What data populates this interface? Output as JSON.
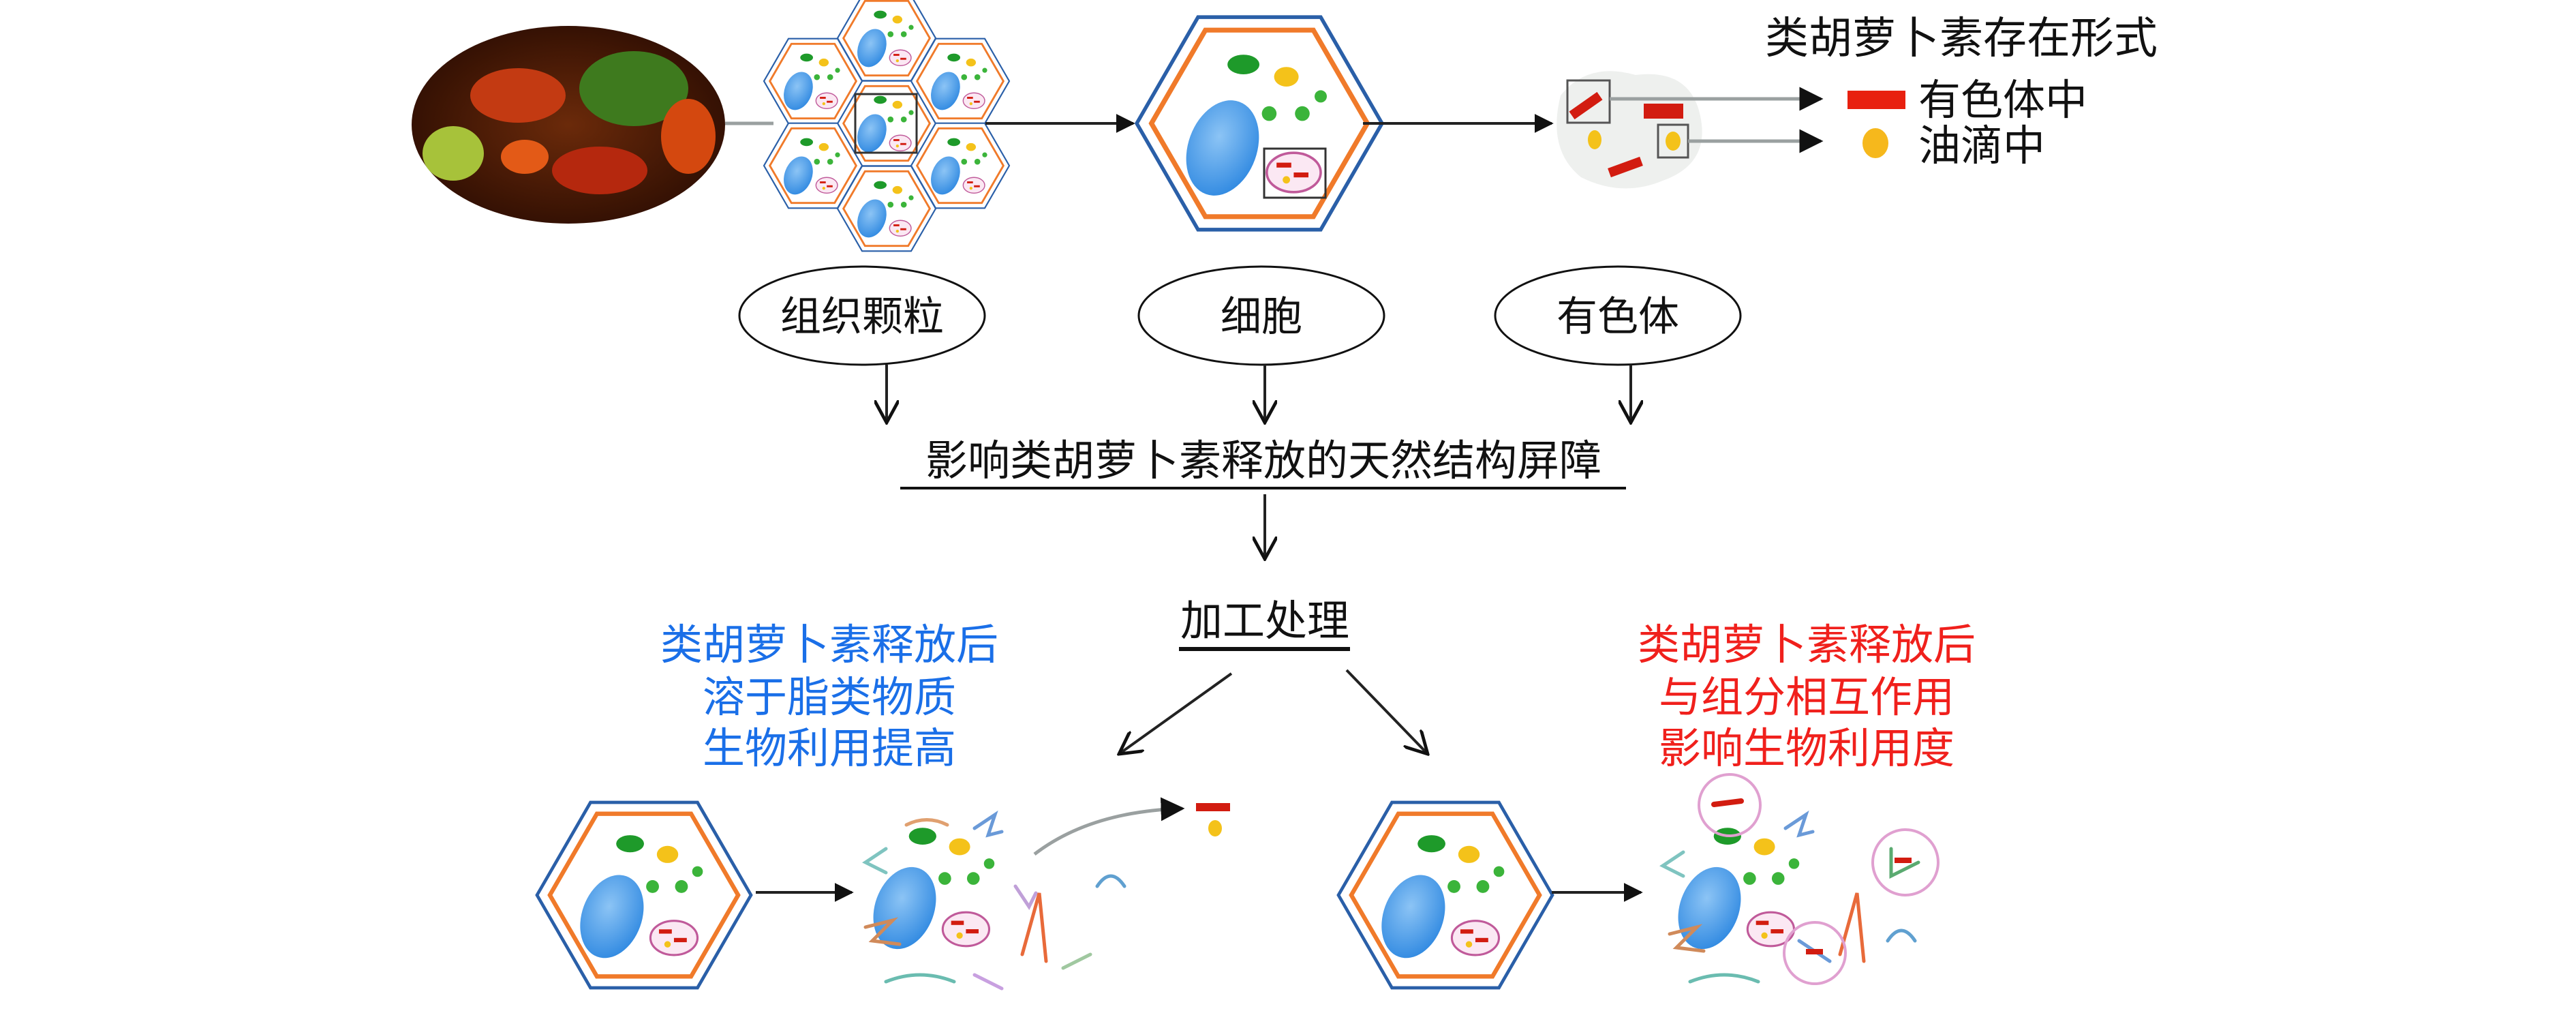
{
  "legend": {
    "title": "类胡萝卜素存在形式",
    "items": [
      {
        "label": "有色体中",
        "symbol": "red-bar",
        "color": "#e8200f"
      },
      {
        "label": "油滴中",
        "symbol": "yellow-dot",
        "color": "#f6b81c"
      }
    ]
  },
  "levels": [
    {
      "label": "组织颗粒"
    },
    {
      "label": "细胞"
    },
    {
      "label": "有色体"
    }
  ],
  "barrier": "影响类胡萝卜素释放的天然结构屏障",
  "processing": "加工处理",
  "left_outcome": {
    "lines": [
      "类胡萝卜素释放后",
      "溶于脂类物质",
      "生物利用提高"
    ],
    "color": "#1a6fe8"
  },
  "right_outcome": {
    "lines": [
      "类胡萝卜素释放后",
      "与组分相互作用",
      "影响生物利用度"
    ],
    "color": "#f0201c"
  }
}
